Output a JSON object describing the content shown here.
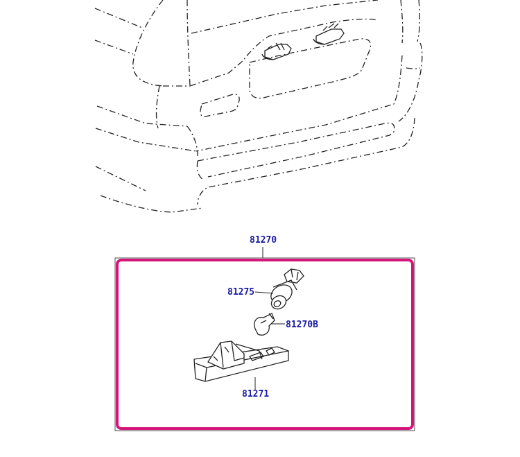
{
  "callouts": {
    "assembly": "81270",
    "socket": "81275",
    "bulb": "81270B",
    "lens": "81271"
  },
  "colors": {
    "group_frame": "#d6157a",
    "callout_text": "#1a1aa6",
    "line_art": "#222222"
  }
}
